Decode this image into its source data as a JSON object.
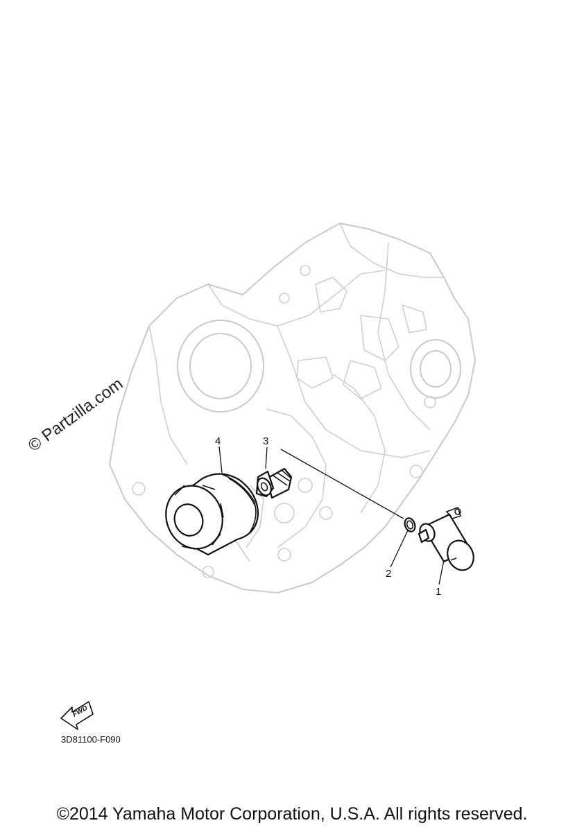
{
  "watermark": "© Partzilla.com",
  "callouts": {
    "c1": "1",
    "c2": "2",
    "c3": "3",
    "c4": "4"
  },
  "fwd_label": "FWD",
  "diagram_code": "3D81100-F090",
  "copyright": "©2014 Yamaha Motor Corporation, U.S.A. All rights reserved.",
  "icons": [
    "fwd-arrow-icon"
  ]
}
